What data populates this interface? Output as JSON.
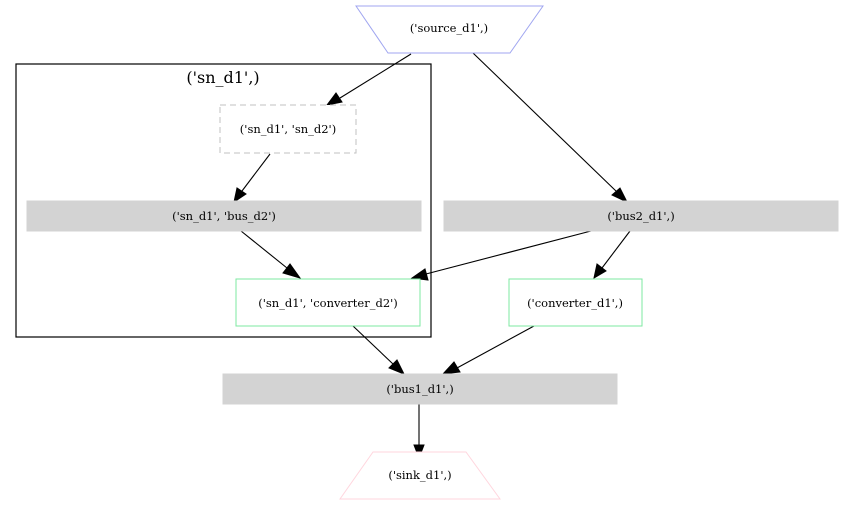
{
  "graph": {
    "cluster": {
      "label": "('sn_d1',)",
      "border_color": "#000000"
    },
    "nodes": {
      "source": {
        "label": "('source_d1',)",
        "shape": "invtrapezium",
        "color": "#a0a6f0"
      },
      "sn_sn": {
        "label": "('sn_d1', 'sn_d2')",
        "shape": "box-dashed",
        "color": "#c0c0c0"
      },
      "sn_bus": {
        "label": "('sn_d1', 'bus_d2')",
        "shape": "box-filled",
        "color": "#d3d3d3"
      },
      "sn_conv": {
        "label": "('sn_d1', 'converter_d2')",
        "shape": "box",
        "color": "#7ee8a2"
      },
      "bus2": {
        "label": "('bus2_d1',)",
        "shape": "box-filled",
        "color": "#d3d3d3"
      },
      "conv1": {
        "label": "('converter_d1',)",
        "shape": "box",
        "color": "#7ee8a2"
      },
      "bus1": {
        "label": "('bus1_d1',)",
        "shape": "box-filled",
        "color": "#d3d3d3"
      },
      "sink": {
        "label": "('sink_d1',)",
        "shape": "trapezium",
        "color": "#ffd6de"
      }
    },
    "edges": [
      {
        "from": "source",
        "to": "sn_sn"
      },
      {
        "from": "source",
        "to": "bus2"
      },
      {
        "from": "sn_sn",
        "to": "sn_bus"
      },
      {
        "from": "sn_bus",
        "to": "sn_conv"
      },
      {
        "from": "bus2",
        "to": "sn_conv"
      },
      {
        "from": "bus2",
        "to": "conv1"
      },
      {
        "from": "sn_conv",
        "to": "bus1"
      },
      {
        "from": "conv1",
        "to": "bus1"
      },
      {
        "from": "bus1",
        "to": "sink"
      }
    ]
  }
}
